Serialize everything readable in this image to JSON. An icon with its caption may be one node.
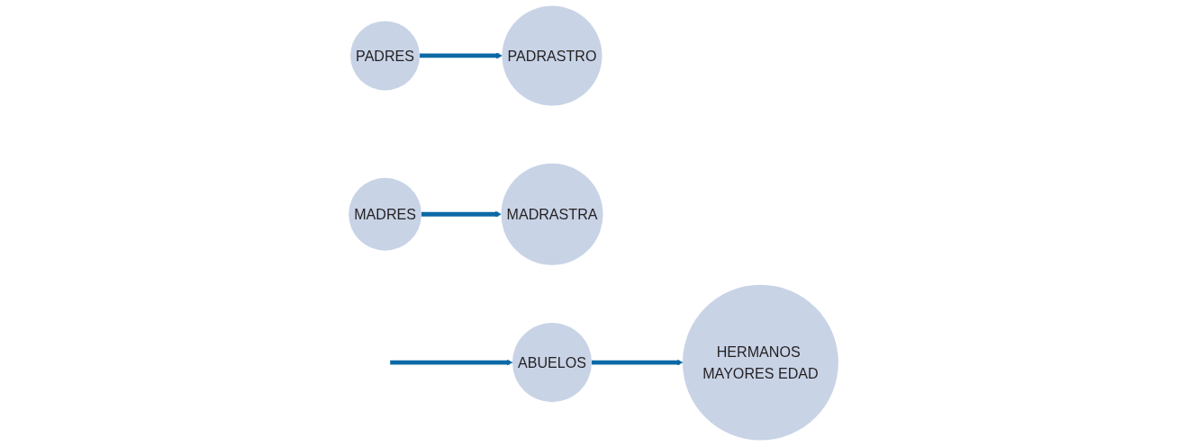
{
  "diagram": {
    "nodes": [
      {
        "text": [
          "PADRES"
        ]
      },
      {
        "text": [
          "PADRASTRO"
        ]
      },
      {
        "text": [
          "MADRES"
        ]
      },
      {
        "text": [
          "MADRASTRA"
        ]
      },
      {
        "text": [
          "ABUELOS"
        ]
      },
      {
        "text": [
          "HERMANOS MAYORES EDAD"
        ]
      }
    ],
    "edges": [
      {
        "from": 0,
        "to": 1,
        "arrow": "to"
      },
      {
        "from": 2,
        "to": 3,
        "arrow": "to"
      },
      {
        "from": null,
        "to": 4,
        "arrow": "to"
      },
      {
        "from": 4,
        "to": 5,
        "arrow": "to"
      }
    ]
  }
}
